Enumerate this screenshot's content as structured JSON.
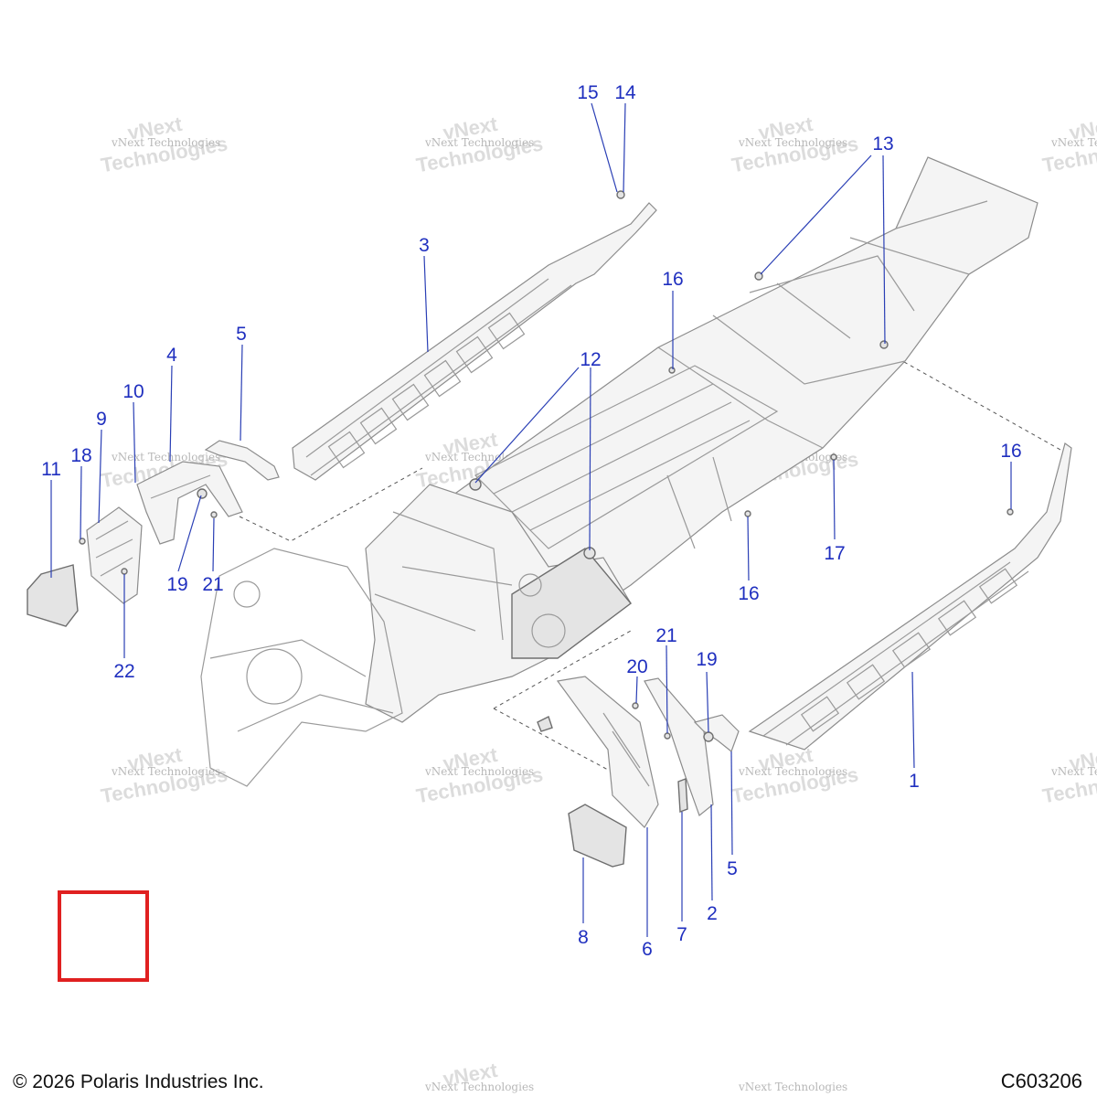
{
  "watermark": {
    "line1": "vNext Technologies",
    "line2": "Technologies",
    "line3": "vNext"
  },
  "callouts": [
    "15",
    "14",
    "13",
    "3",
    "16",
    "12",
    "5",
    "4",
    "10",
    "9",
    "18",
    "11",
    "19",
    "21",
    "22",
    "16",
    "17",
    "16",
    "21",
    "19",
    "20",
    "1",
    "5",
    "2",
    "7",
    "6",
    "8"
  ],
  "footer": {
    "copyright": "© 2026 Polaris Industries Inc.",
    "code": "C603206"
  },
  "colors": {
    "callout": "#1f2fbf",
    "selection_box": "#e02020"
  }
}
